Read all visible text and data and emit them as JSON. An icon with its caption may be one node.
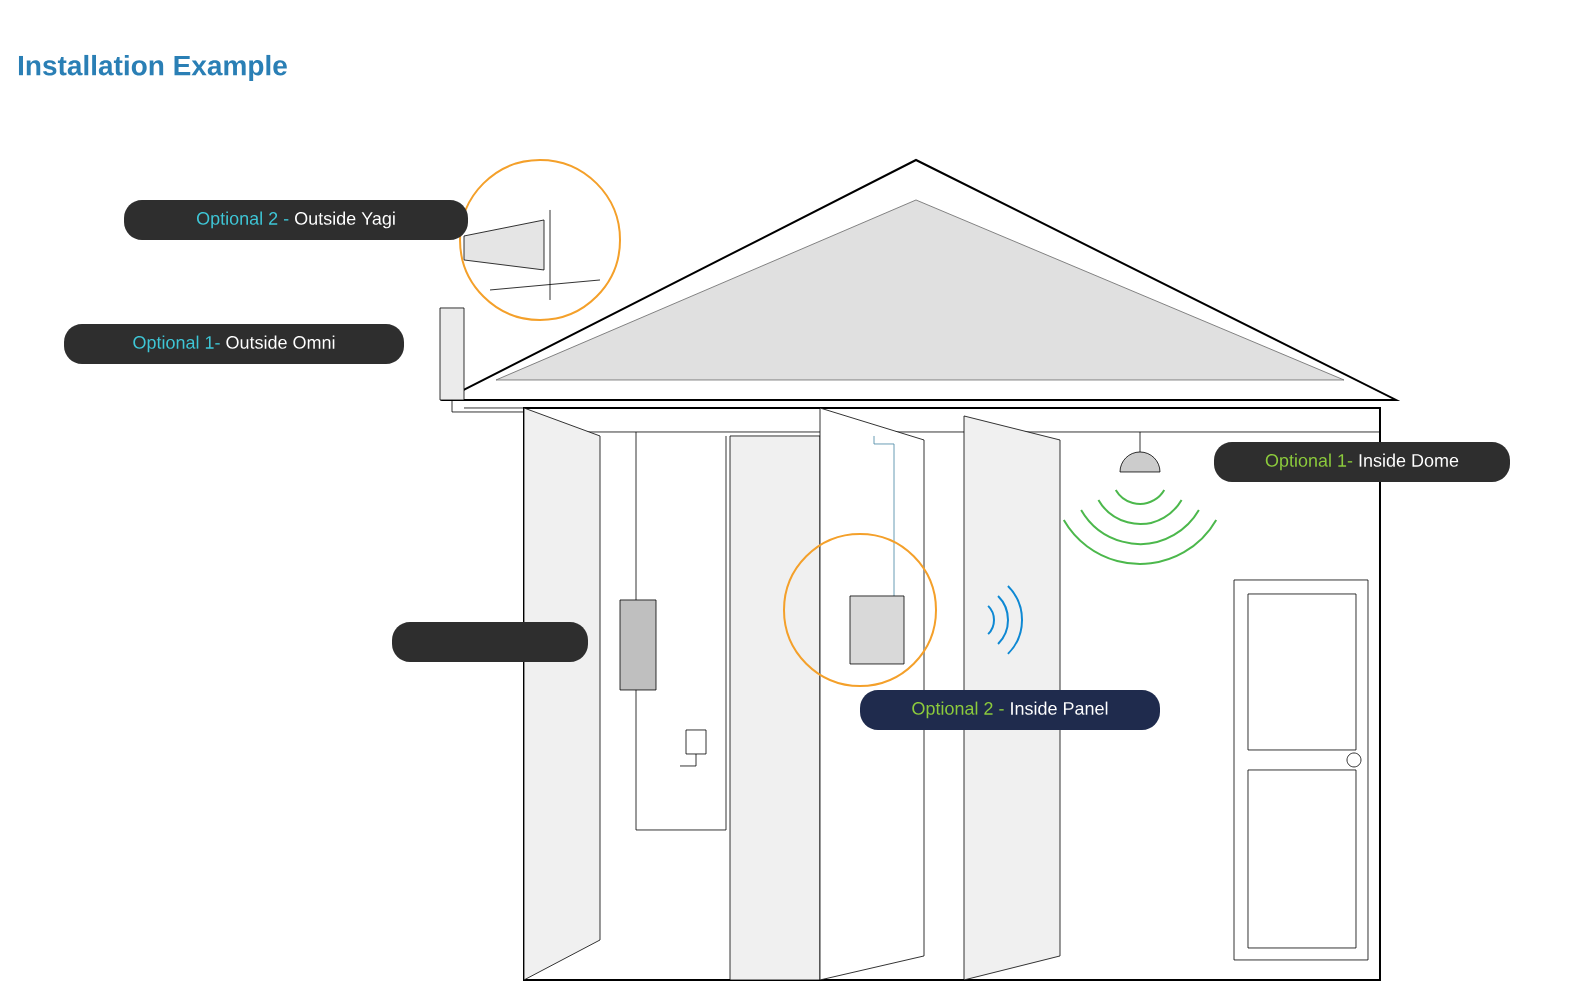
{
  "diagram": {
    "title": "Installation Example",
    "nodes": [
      {
        "text": [
          "Optional 2 -",
          "Outside Yagi"
        ]
      },
      {
        "text": [
          "Optional 1-",
          "Outside Omni"
        ]
      },
      {
        "text": [],
        "shape": "box"
      },
      {
        "text": [
          "Optional 1-",
          "Inside Dome"
        ]
      },
      {
        "text": [
          "Optional 2 -",
          "Inside Panel"
        ]
      }
    ]
  }
}
